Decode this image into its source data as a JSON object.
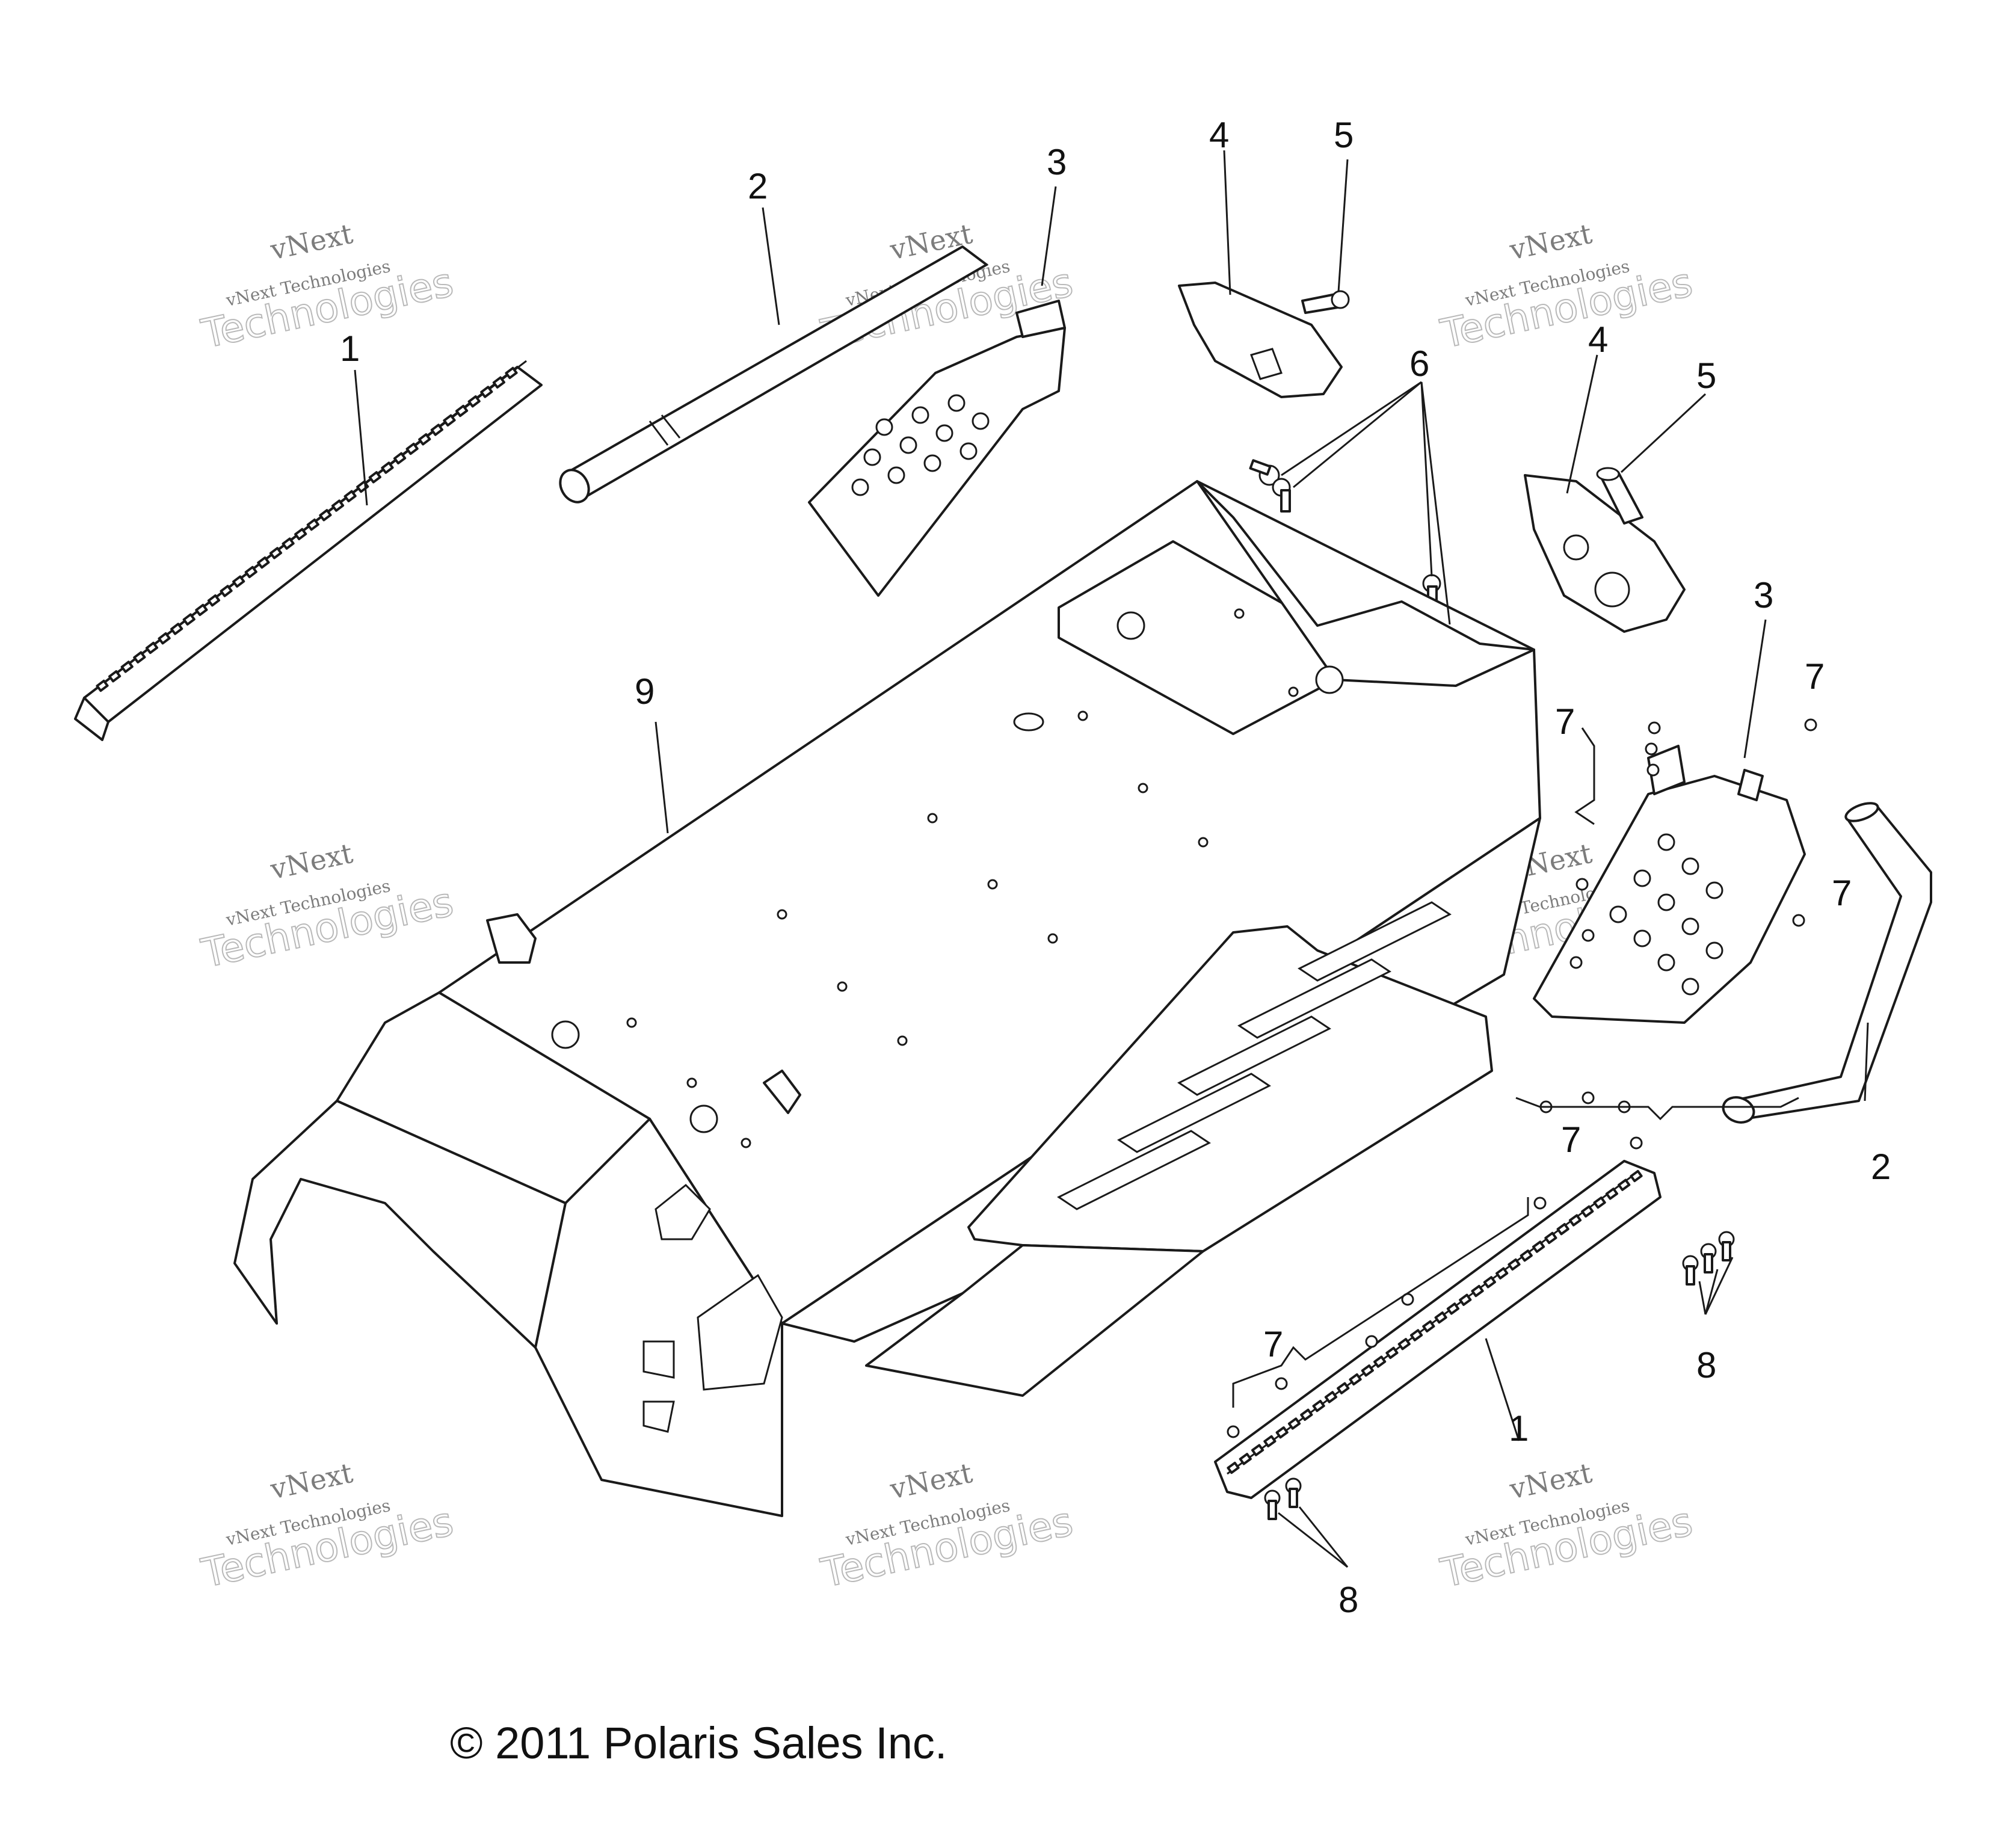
{
  "callouts": [
    {
      "id": "c1a",
      "label": "1"
    },
    {
      "id": "c1b",
      "label": "1"
    },
    {
      "id": "c2a",
      "label": "2"
    },
    {
      "id": "c2b",
      "label": "2"
    },
    {
      "id": "c3a",
      "label": "3"
    },
    {
      "id": "c3b",
      "label": "3"
    },
    {
      "id": "c4a",
      "label": "4"
    },
    {
      "id": "c4b",
      "label": "4"
    },
    {
      "id": "c5a",
      "label": "5"
    },
    {
      "id": "c5b",
      "label": "5"
    },
    {
      "id": "c6",
      "label": "6"
    },
    {
      "id": "c7a",
      "label": "7"
    },
    {
      "id": "c7b",
      "label": "7"
    },
    {
      "id": "c7c",
      "label": "7"
    },
    {
      "id": "c7d",
      "label": "7"
    },
    {
      "id": "c7e",
      "label": "7"
    },
    {
      "id": "c8a",
      "label": "8"
    },
    {
      "id": "c8b",
      "label": "8"
    },
    {
      "id": "c9",
      "label": "9"
    }
  ],
  "watermark": {
    "line1": "vNext",
    "line2": "vNext Technologies",
    "line3": "Technologies"
  },
  "copyright": "© 2011 Polaris Sales Inc."
}
